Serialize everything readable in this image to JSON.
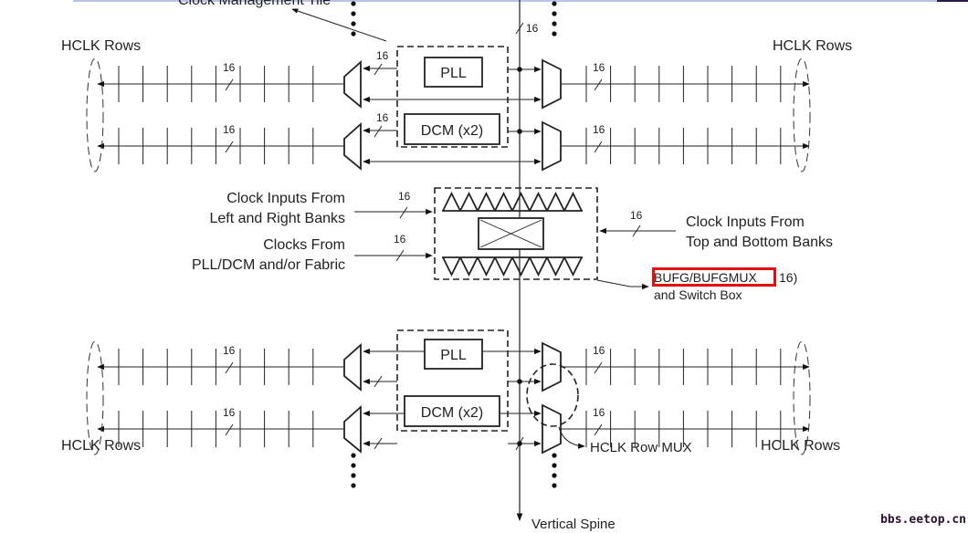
{
  "diagram": {
    "title_partial": "Clock Management Tile",
    "hclk_rows_label": "HCLK Rows",
    "bus_width": "16",
    "blocks": {
      "pll": "PLL",
      "dcm": "DCM (x2)"
    },
    "inputs": {
      "left_right_line1": "Clock Inputs From",
      "left_right_line2": "Left and Right Banks",
      "pll_dcm_line1": "Clocks From",
      "pll_dcm_line2": "PLL/DCM and/or Fabric",
      "top_bottom_line1": "Clock Inputs From",
      "top_bottom_line2": "Top and Bottom Banks"
    },
    "bufg": {
      "highlighted": "BUFG/BUFGMUX",
      "suffix": "16)",
      "line2": "and Switch Box",
      "highlight_color": "#e31010"
    },
    "row_mux_label": "HCLK Row MUX",
    "spine_label": "Vertical Spine"
  },
  "watermark": "bbs.eetop.cn"
}
